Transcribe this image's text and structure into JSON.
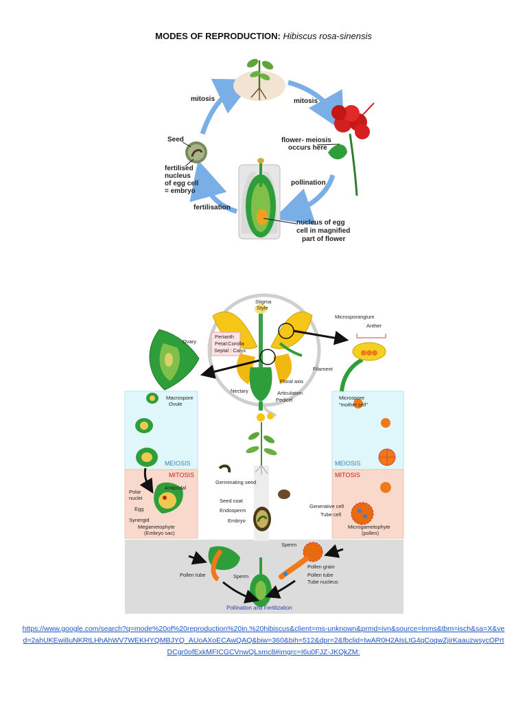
{
  "title": {
    "bold": "MODES OF REPRODUCTION:",
    "italic": "Hibiscus rosa-sinensis"
  },
  "cycle": {
    "mitosis_left": "mitosis",
    "mitosis_right": "mitosis",
    "seed": "Seed",
    "flower_meiosis": [
      "flower- meiosis",
      "occurs here"
    ],
    "embryo": [
      "fertilised",
      "nucleus",
      "of egg cell",
      "= embryo"
    ],
    "pollination": "pollination",
    "fertilisation": "fertilisation",
    "nucleus": [
      "nucleus of egg",
      "cell in magnified",
      "part of flower"
    ]
  },
  "diagram": {
    "stigma": "Stigma",
    "style": "Style",
    "ovary": "Ovary",
    "perianth": [
      "Perianth",
      "Petal:Corolla",
      "Septal : Calyx"
    ],
    "microsporangium": "Microsporangium",
    "anther": "Anther",
    "filament": "Filament",
    "floral_axis": "Floral axis",
    "nectary": "Nectary",
    "articulation": "Articulation",
    "pedicel": "Pedicel",
    "macrospore": [
      "Macrospore",
      "Ovule"
    ],
    "microspore": [
      "Microspore",
      "\"mother cell\""
    ],
    "meiosis_left": "MEIOSIS",
    "meiosis_right": "MEIOSIS",
    "mitosis_left": "MITOSIS",
    "mitosis_right": "MITOSIS",
    "antipodal": "Antipodal",
    "polar_nuclei": [
      "Polar",
      "nuclei"
    ],
    "egg": "Egg",
    "synergid": "Synergid",
    "megagametophyte": [
      "Megametophyte",
      "(Embryo sac)"
    ],
    "germinating_seed": "Germinating seed",
    "seed_coat": "Seed coat",
    "endosperm": "Endosperm",
    "embryo": "Embryo",
    "generative_cell": "Generative cell",
    "tube_cell": "Tube cell",
    "microgametophyte": [
      "Microgametophyte",
      "(pollen)"
    ],
    "sperm_top": "Sperm",
    "pollen_grain": "Pollen grain",
    "pollen_tube_right": "Pollen tube",
    "tube_nucleus": "Tube nucleus",
    "pollen_tube_left": "Pollen tube",
    "sperm_left": "Sperm",
    "caption": "Pollination and Fertilization"
  },
  "source_link": "https://www.google.com/search?q=mode%20of%20reproduction%20in.%20hibiscus&client=ms-unknown&prmd=ivn&source=lnms&tbm=isch&sa=X&ved=2ahUKEwi8uNKRtLHhAhWV7WEKHYQMBJYQ_AUoAXoECAwQAQ&biw=360&bih=512&dpr=2&fbclid=IwAR0H2AIsLtG4qCoqwZjirKaauzwsycOPrtDCgr0ofExkMFICGCVnwQLsmc8#imgrc=I6u0FJZ-JKQkZM:",
  "colors": {
    "arrow_blue": "#7aaee6",
    "green": "#2e9e3a",
    "yellow": "#f5c518",
    "orange": "#f07a1a",
    "red": "#d21f1f",
    "meiosis_bg": "#dff6fb",
    "mitosis_bg": "#f9d9cc",
    "link": "#1a56c4"
  }
}
